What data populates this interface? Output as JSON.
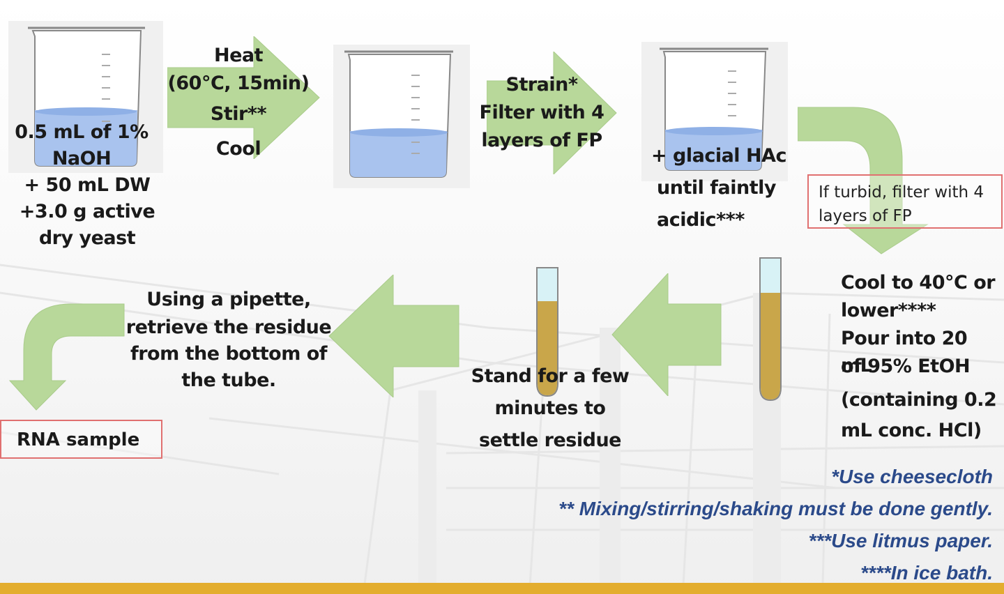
{
  "steps": {
    "step1": [
      "0.5 mL of 1%",
      "NaOH",
      "+ 50 mL DW",
      "+3.0 g active",
      "dry yeast"
    ],
    "arrow1": [
      "Heat",
      "(60°C, 15min)",
      "Stir**",
      "Cool"
    ],
    "arrow2": [
      "Strain*",
      "Filter with 4",
      "layers of FP"
    ],
    "step3": [
      "+ glacial HAc",
      "until  faintly",
      "acidic***"
    ],
    "turbid_note": [
      "If turbid, filter with 4",
      "layers of FP"
    ],
    "step4": [
      "Cool to 40°C or",
      "lower****",
      "Pour into 20 mL",
      "of 95% EtOH",
      "(containing 0.2",
      "mL conc. HCl)"
    ],
    "step5": [
      "Stand for a few",
      "minutes to",
      "settle residue"
    ],
    "step6": [
      "Using a pipette,",
      "retrieve the residue",
      "from the bottom of",
      "the tube."
    ],
    "result": "RNA sample"
  },
  "footnotes": [
    "*Use cheesecloth",
    "** Mixing/stirring/shaking must be done gently.",
    "***Use litmus paper.",
    "****In ice bath."
  ],
  "colors": {
    "arrow_fill": "#b8d89a",
    "liquid": "#a9c3ee",
    "tube_liquid": "#c9a64a",
    "footnote": "#2b4a8a",
    "box_border": "#e07070",
    "bottom_bar": "#e3ad2e"
  },
  "icons": [
    "beaker-icon",
    "test-tube-icon",
    "arrow-right",
    "arrow-left",
    "curved-arrow"
  ]
}
